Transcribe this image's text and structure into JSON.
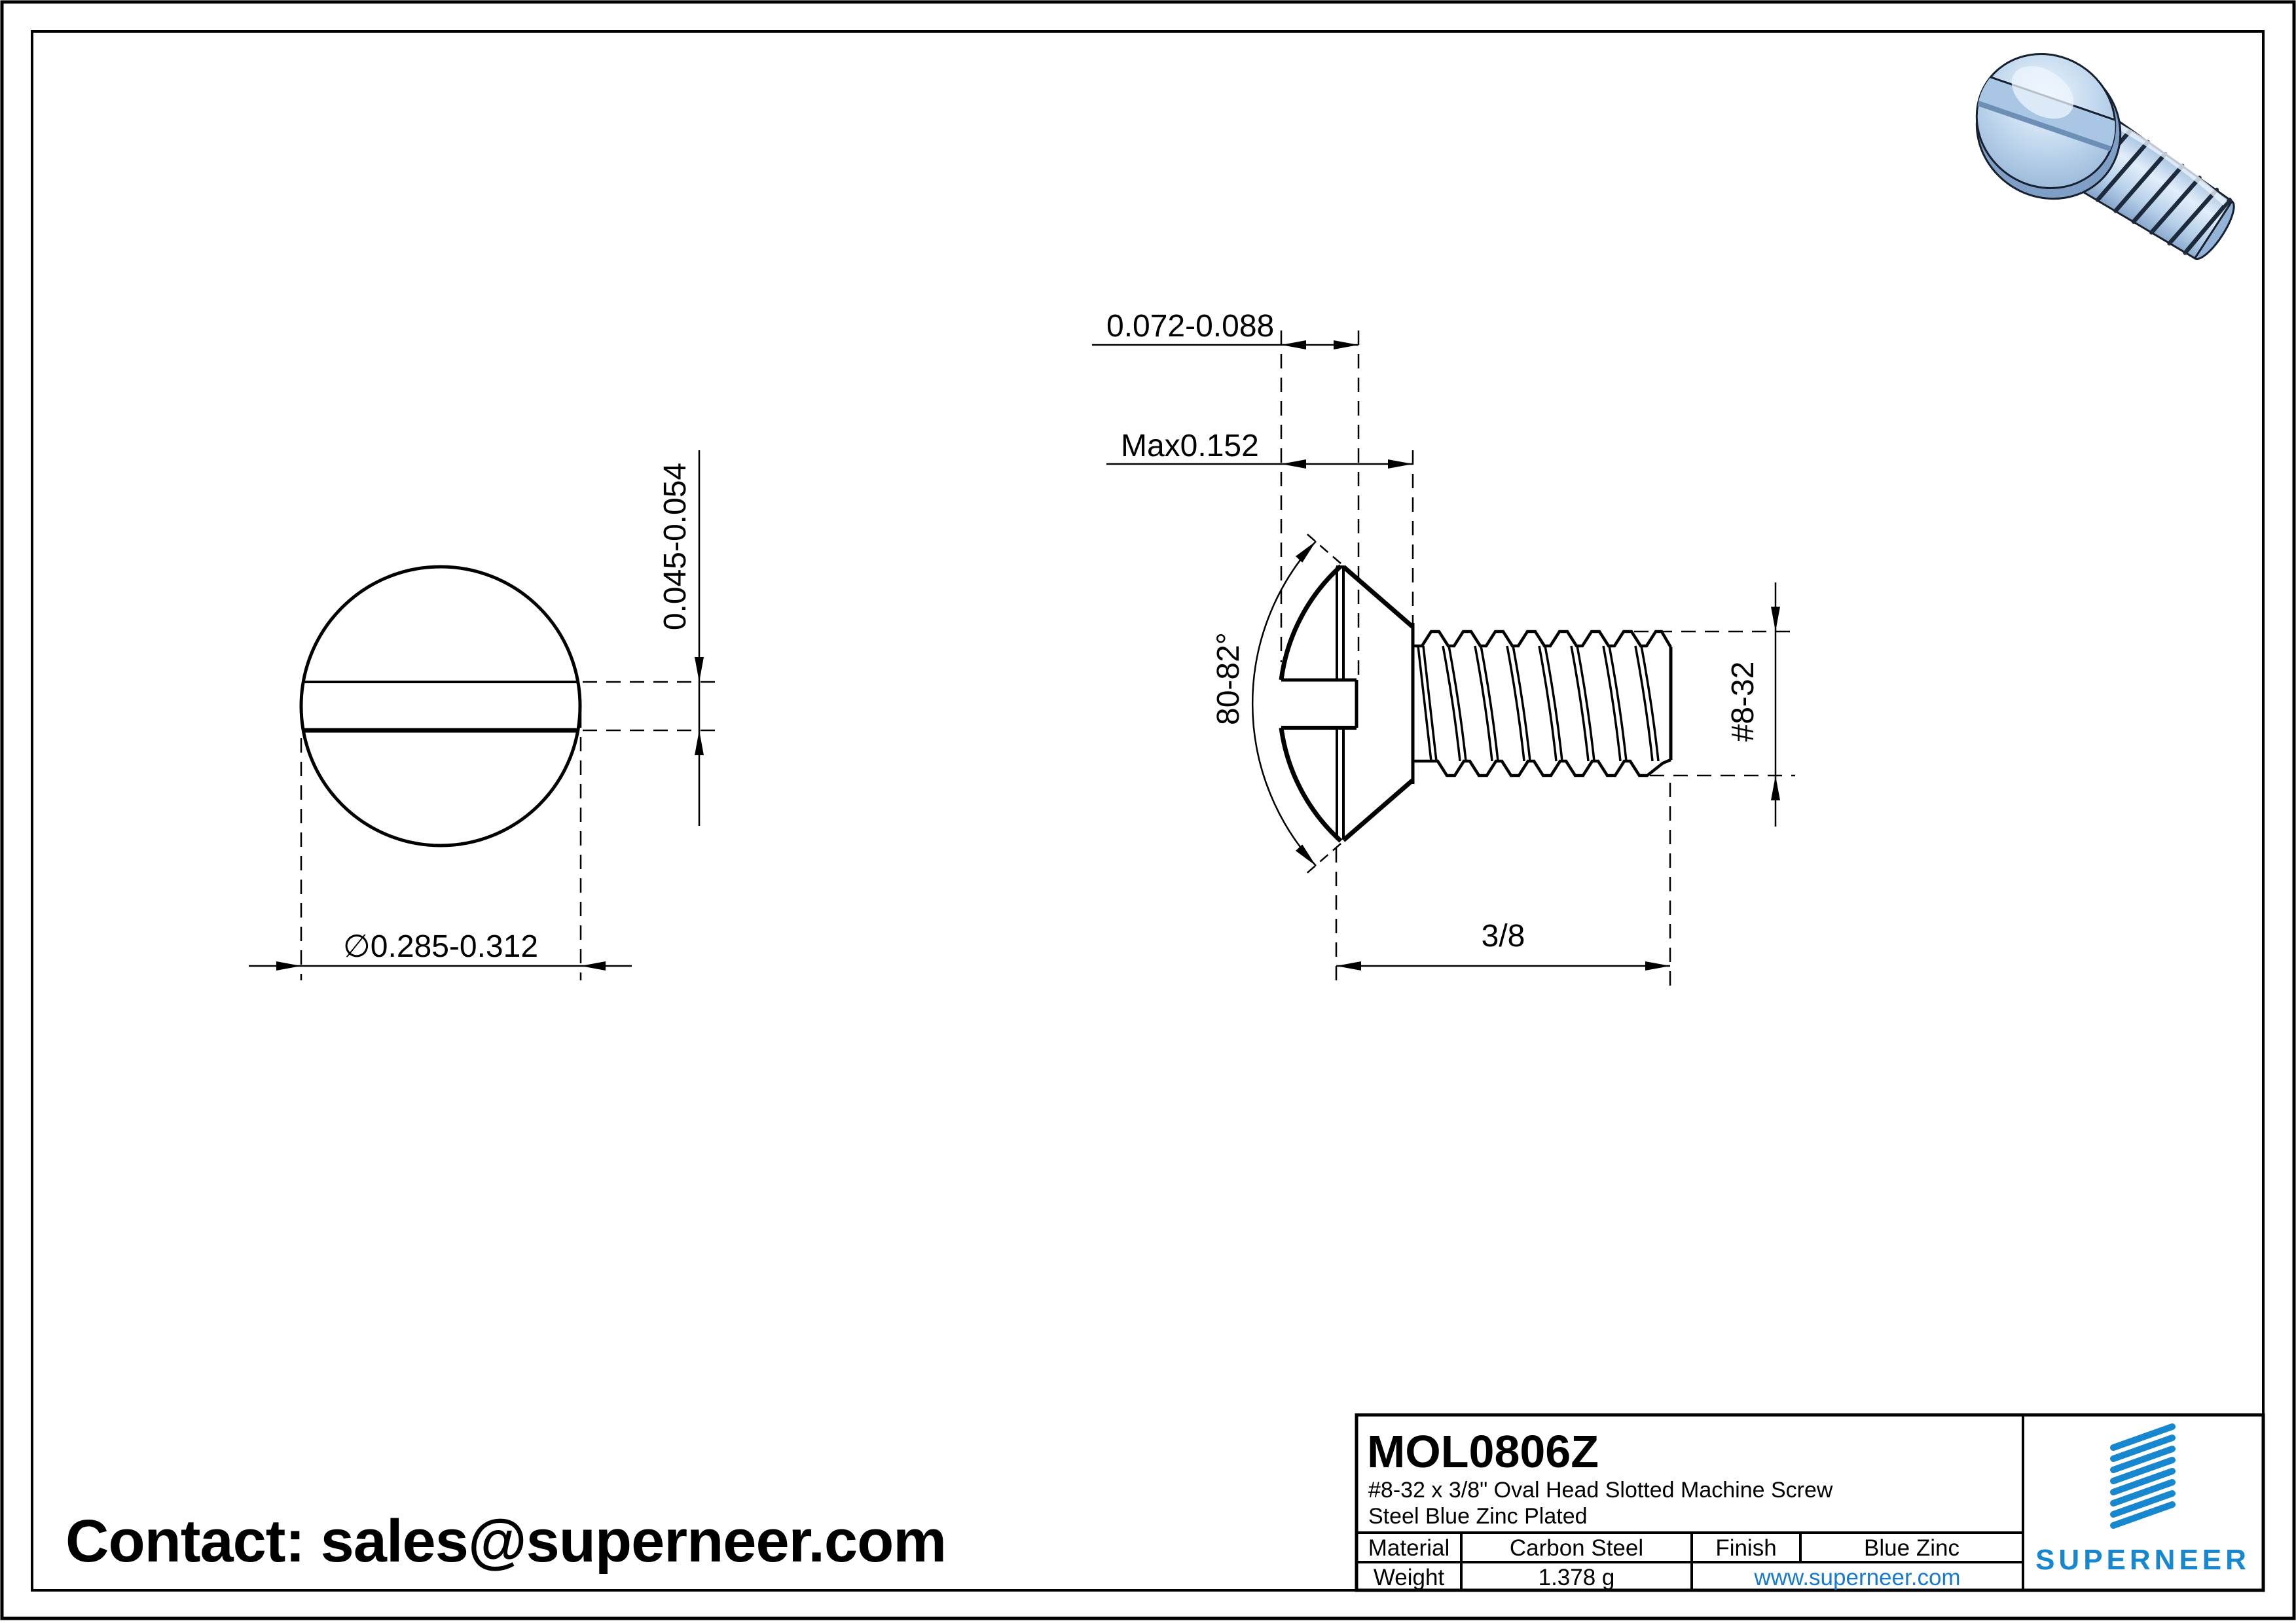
{
  "contact": {
    "text": "Contact: sales@superneer.com"
  },
  "front_view": {
    "slot_width": "0.045-0.054",
    "head_diameter": "∅0.285-0.312"
  },
  "side_view": {
    "slot_depth": "0.072-0.088",
    "head_height": "Max0.152",
    "head_angle": "80-82°",
    "thread_size": "#8-32",
    "thread_length": "3/8"
  },
  "title_block": {
    "part_number": "MOL0806Z",
    "description_line1": "#8-32 x 3/8\" Oval Head Slotted Machine Screw",
    "description_line2": "Steel Blue Zinc Plated",
    "material_label": "Material",
    "material_value": "Carbon Steel",
    "finish_label": "Finish",
    "finish_value": "Blue Zinc",
    "weight_label": "Weight",
    "weight_value": "1.378 g",
    "website": "www.superneer.com",
    "brand_name": "SUPERNEER"
  },
  "colors": {
    "line_black": "#000000",
    "brand_blue": "#1787cf",
    "link_blue": "#1779d4",
    "screw_body_light": "#cfe2f4",
    "screw_body_mid": "#a9c6e4",
    "screw_body_dark": "#7f9fc6"
  }
}
